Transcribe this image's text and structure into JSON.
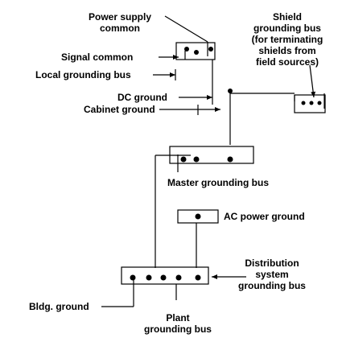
{
  "labels": {
    "power_supply_common": [
      "Power supply",
      "common"
    ],
    "shield_bus": [
      "Shield",
      "grounding bus",
      "(for terminating",
      "shields from",
      "field sources)"
    ],
    "signal_common": "Signal common",
    "local_grounding_bus": "Local grounding bus",
    "dc_ground": "DC ground",
    "cabinet_ground": "Cabinet ground",
    "master_grounding_bus": "Master grounding bus",
    "ac_power_ground": "AC power ground",
    "distribution_bus": [
      "Distribution",
      "system",
      "grounding bus"
    ],
    "bldg_ground": "Bldg. ground",
    "plant_grounding_bus": [
      "Plant",
      "grounding bus"
    ]
  },
  "colors": {
    "ink": "#000000",
    "background": "#ffffff"
  }
}
